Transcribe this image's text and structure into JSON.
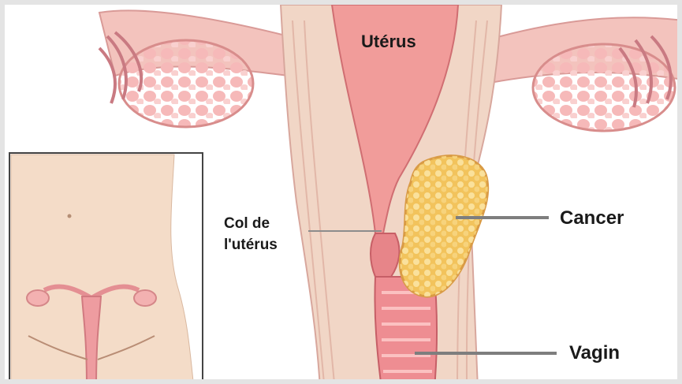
{
  "labels": {
    "uterus": "Utérus",
    "col_line1": "Col de",
    "col_line2": "l'utérus",
    "cancer": "Cancer",
    "vagin": "Vagin"
  },
  "colors": {
    "tissue": "#f2a3a3",
    "tissue_dark": "#d66c72",
    "wall": "#f0cfc0",
    "tumor": "#f2c35c",
    "skin": "#f4dcc8"
  }
}
